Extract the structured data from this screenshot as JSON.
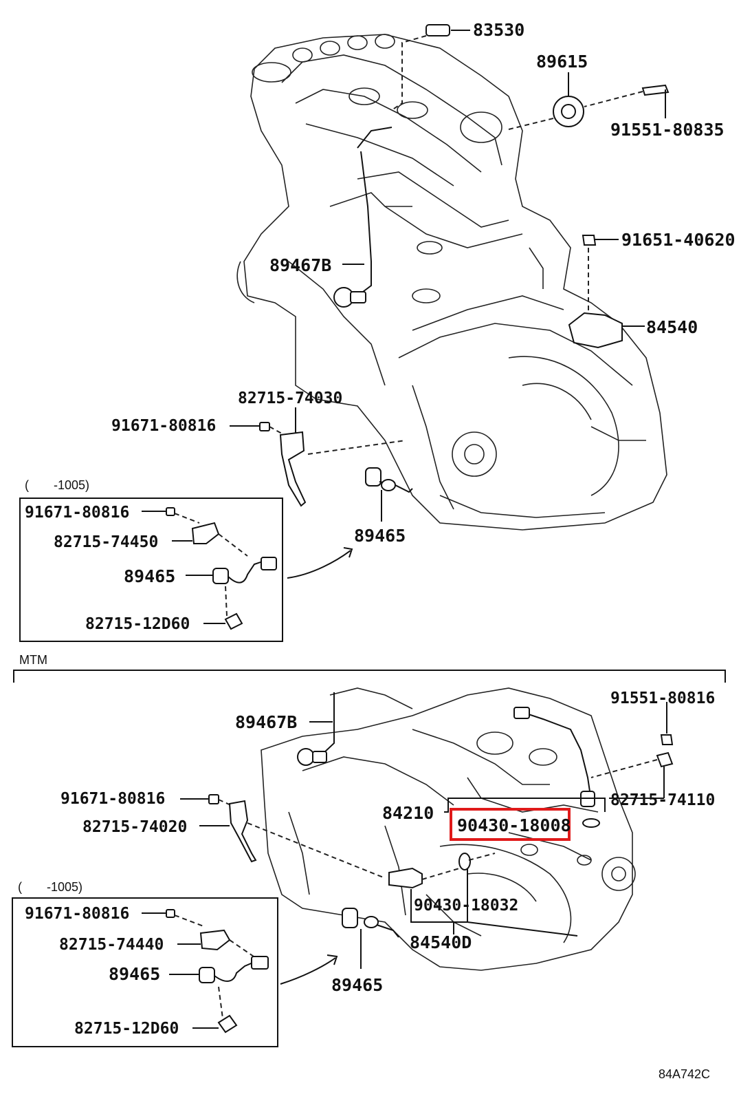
{
  "upper": {
    "labels": {
      "p83530": "83530",
      "p89615": "89615",
      "p91551_80835": "91551-80835",
      "p91651_40620": "91651-40620",
      "p89467B": "89467B",
      "p84540": "84540",
      "p82715_74030": "82715-74030",
      "p91671_80816": "91671-80816",
      "p89465": "89465"
    },
    "inset": {
      "note": "(　　-1005)",
      "p91671_80816": "91671-80816",
      "p82715_74450": "82715-74450",
      "p89465": "89465",
      "p82715_12D60": "82715-12D60"
    }
  },
  "section_label": "MTM",
  "lower": {
    "labels": {
      "p91551_80816": "91551-80816",
      "p89467B": "89467B",
      "p91671_80816": "91671-80816",
      "p82715_74020": "82715-74020",
      "p84210": "84210",
      "p90430_18008": "90430-18008",
      "p82715_74110": "82715-74110",
      "p90430_18032": "90430-18032",
      "p84540D": "84540D",
      "p89465": "89465"
    },
    "inset": {
      "note": "(　　-1005)",
      "p91671_80816": "91671-80816",
      "p82715_74440": "82715-74440",
      "p89465": "89465",
      "p82715_12D60": "82715-12D60"
    }
  },
  "highlight": {
    "part": "90430-18008",
    "color": "#e01a1a"
  },
  "diagram_code": "84A742C"
}
